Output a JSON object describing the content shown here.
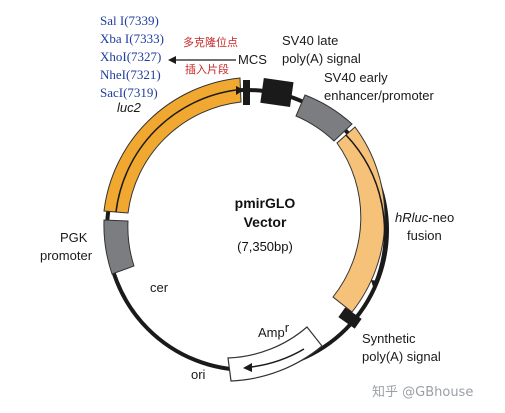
{
  "vector": {
    "name_line1": "pmirGLO",
    "name_line2": "Vector",
    "size": "(7,350bp)"
  },
  "sites": [
    {
      "label": "Sal I(7339)"
    },
    {
      "label": "Xba I(7333)"
    },
    {
      "label": "XhoI(7327)"
    },
    {
      "label": "NheI(7321)"
    },
    {
      "label": "SacI(7319)"
    }
  ],
  "annotation": {
    "line1": "多克隆位点",
    "line2": "插入片段",
    "mcs": "MCS"
  },
  "features": {
    "sv40_late": [
      "SV40 late",
      "poly(A) signal"
    ],
    "sv40_early": [
      "SV40 early",
      "enhancer/promoter"
    ],
    "hrluc_name": "hRluc",
    "hrluc_suffix": "-neo",
    "hrluc_line2": "fusion",
    "synthetic": [
      "Synthetic",
      "poly(A) signal"
    ],
    "amp": "Amp",
    "amp_sup": "r",
    "ori": "ori",
    "cer": "cer",
    "pgk": [
      "PGK",
      "promoter"
    ],
    "luc2": "luc2"
  },
  "watermark": {
    "text": "知乎 @GBhouse"
  },
  "colors": {
    "luc2": "#f0a830",
    "hrluc": "#f6c27a",
    "gray_block": "#7b7d80",
    "black_block": "#1a1a1a",
    "amp_box": "#ffffff",
    "arrow_red": "#c62828",
    "site_blue": "#1f3d9c"
  }
}
